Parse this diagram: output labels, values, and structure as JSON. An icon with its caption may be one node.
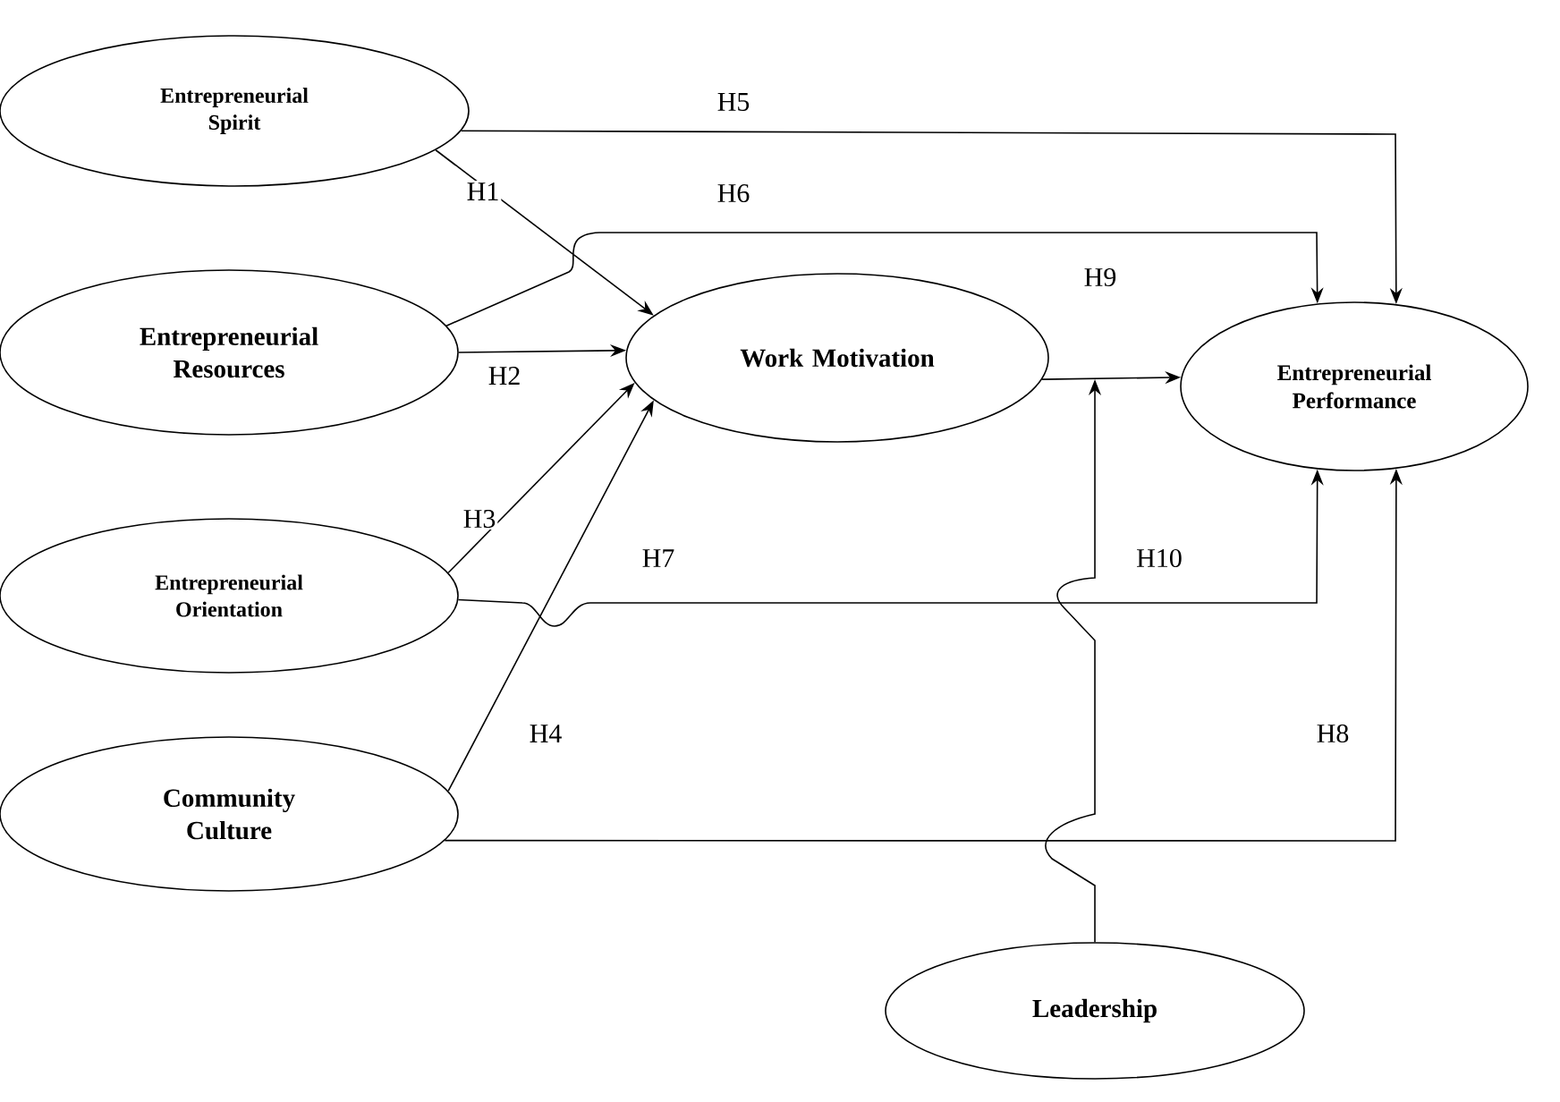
{
  "diagram": {
    "nodes": [
      {
        "text": [
          "Entrepreneurial Spirit"
        ]
      },
      {
        "text": [
          "Entrepreneurial Resources"
        ]
      },
      {
        "text": [
          "Entrepreneurial Orientation"
        ]
      },
      {
        "text": [
          "Community Culture"
        ]
      },
      {
        "text": [
          "Work Motivation"
        ]
      },
      {
        "text": [
          "Entrepreneurial Performance"
        ]
      },
      {
        "text": [
          "Leadership"
        ]
      }
    ],
    "edges": [
      {
        "from": 0,
        "to": 4,
        "arrow": "to",
        "label": "H1"
      },
      {
        "from": 1,
        "to": 4,
        "arrow": "to",
        "label": "H2"
      },
      {
        "from": 2,
        "to": 4,
        "arrow": "to",
        "label": "H3"
      },
      {
        "from": 3,
        "to": 4,
        "arrow": "to",
        "label": "H4"
      },
      {
        "from": 0,
        "to": 5,
        "arrow": "to",
        "label": "H5"
      },
      {
        "from": 1,
        "to": 5,
        "arrow": "to",
        "label": "H6"
      },
      {
        "from": 2,
        "to": 5,
        "arrow": "to",
        "label": "H7"
      },
      {
        "from": 3,
        "to": 5,
        "arrow": "to",
        "label": "H8"
      },
      {
        "from": 4,
        "to": 5,
        "arrow": "to",
        "label": "H9"
      },
      {
        "from": 6,
        "to": null,
        "arrow": "to",
        "label": "H10"
      }
    ]
  }
}
